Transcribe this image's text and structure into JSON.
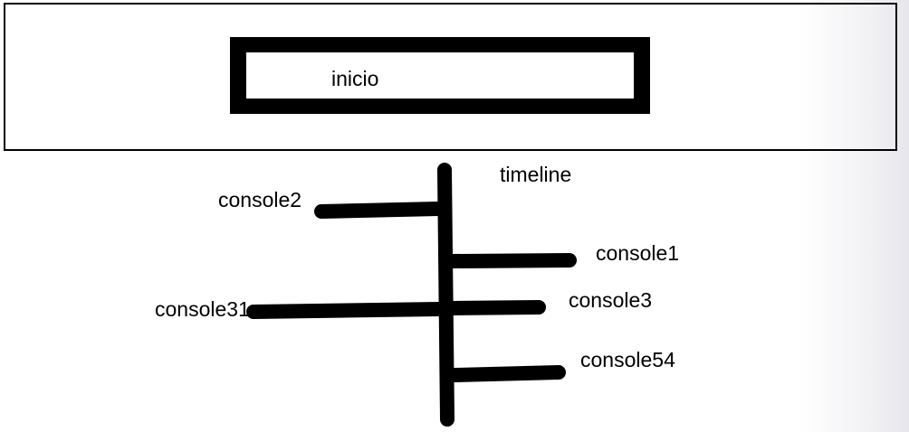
{
  "header": {
    "start_label": "inicio"
  },
  "timeline": {
    "title": "timeline",
    "branches": [
      {
        "label": "console2",
        "side": "left"
      },
      {
        "label": "console1",
        "side": "right"
      },
      {
        "label": "console3",
        "side": "right"
      },
      {
        "label": "console31",
        "side": "left"
      },
      {
        "label": "console54",
        "side": "right"
      }
    ]
  },
  "colors": {
    "stroke": "#000000",
    "background": "#ffffff"
  }
}
